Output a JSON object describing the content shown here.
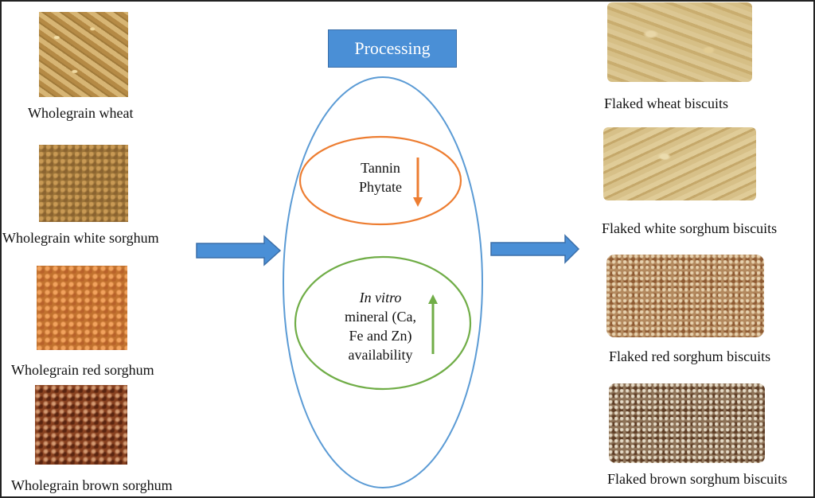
{
  "inputs": [
    {
      "label": "Wholegrain wheat",
      "image": "wholegrain-wheat-photo"
    },
    {
      "label": "Wholegrain white sorghum",
      "image": "wholegrain-white-sorghum-photo"
    },
    {
      "label": "Wholegrain red sorghum",
      "image": "wholegrain-red-sorghum-photo"
    },
    {
      "label": "Wholegrain brown sorghum",
      "image": "wholegrain-brown-sorghum-photo"
    }
  ],
  "process": {
    "title": "Processing",
    "decrease": {
      "lines": [
        "Tannin",
        "Phytate"
      ],
      "direction": "down",
      "color": "#ed7d31"
    },
    "increase": {
      "line1_italic": "In vitro",
      "lines": [
        "mineral (Ca,",
        "Fe and Zn)",
        "availability"
      ],
      "direction": "up",
      "color": "#70ad47"
    },
    "container_color": "#5b9bd5",
    "title_color": "#4a8fd6"
  },
  "outputs": [
    {
      "label": "Flaked wheat biscuits",
      "image": "flaked-wheat-biscuit-photo"
    },
    {
      "label": "Flaked white sorghum biscuits",
      "image": "flaked-white-sorghum-biscuit-photo"
    },
    {
      "label": "Flaked red sorghum biscuits",
      "image": "flaked-red-sorghum-biscuit-photo"
    },
    {
      "label": "Flaked brown sorghum biscuits",
      "image": "flaked-brown-sorghum-biscuit-photo"
    }
  ],
  "arrow_color": "#4a8fd6"
}
